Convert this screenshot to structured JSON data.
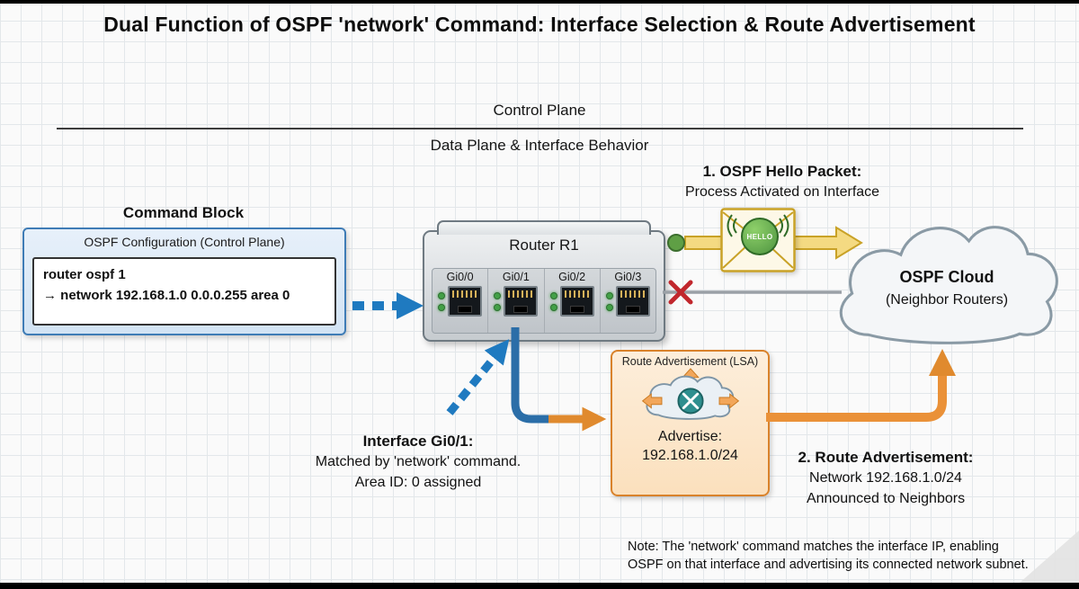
{
  "title": "Dual Function of OSPF 'network' Command: Interface Selection & Route Advertisement",
  "planes": {
    "control_label": "Control Plane",
    "data_label": "Data Plane & Interface Behavior"
  },
  "hello": {
    "heading": "1. OSPF Hello Packet:",
    "subheading": "Process Activated on Interface",
    "badge": "HELLO"
  },
  "command_block": {
    "label": "Command Block",
    "header": "OSPF Configuration (Control Plane)",
    "code_line1": "router ospf 1",
    "code_line2": "→ network 192.168.1.0 0.0.0.255 area 0"
  },
  "router": {
    "name": "Router R1",
    "ports": [
      "Gi0/0",
      "Gi0/1",
      "Gi0/2",
      "Gi0/3"
    ]
  },
  "ospf_cloud": {
    "title": "OSPF Cloud",
    "subtitle": "(Neighbor Routers)"
  },
  "lsa_box": {
    "header": "Route Advertisement (LSA)",
    "advertise_label": "Advertise:",
    "advertise_network": "192.168.1.0/24"
  },
  "interface_callout": {
    "heading": "Interface Gi0/1:",
    "line1": "Matched by 'network' command.",
    "line2": "Area ID: 0 assigned"
  },
  "route_advertisement": {
    "heading": "2. Route Advertisement:",
    "line1": "Network 192.168.1.0/24",
    "line2": "Announced to Neighbors"
  },
  "footnote": {
    "line1": "Note: The 'network' command matches the interface IP, enabling",
    "line2": "OSPF on that interface and advertising its connected network subnet."
  },
  "colors": {
    "blue_accent": "#1f7ac0",
    "orange_accent": "#e8913a",
    "yellow_arrow": "#f4da82",
    "red_block": "#c1272d",
    "led_green": "#43a047"
  }
}
